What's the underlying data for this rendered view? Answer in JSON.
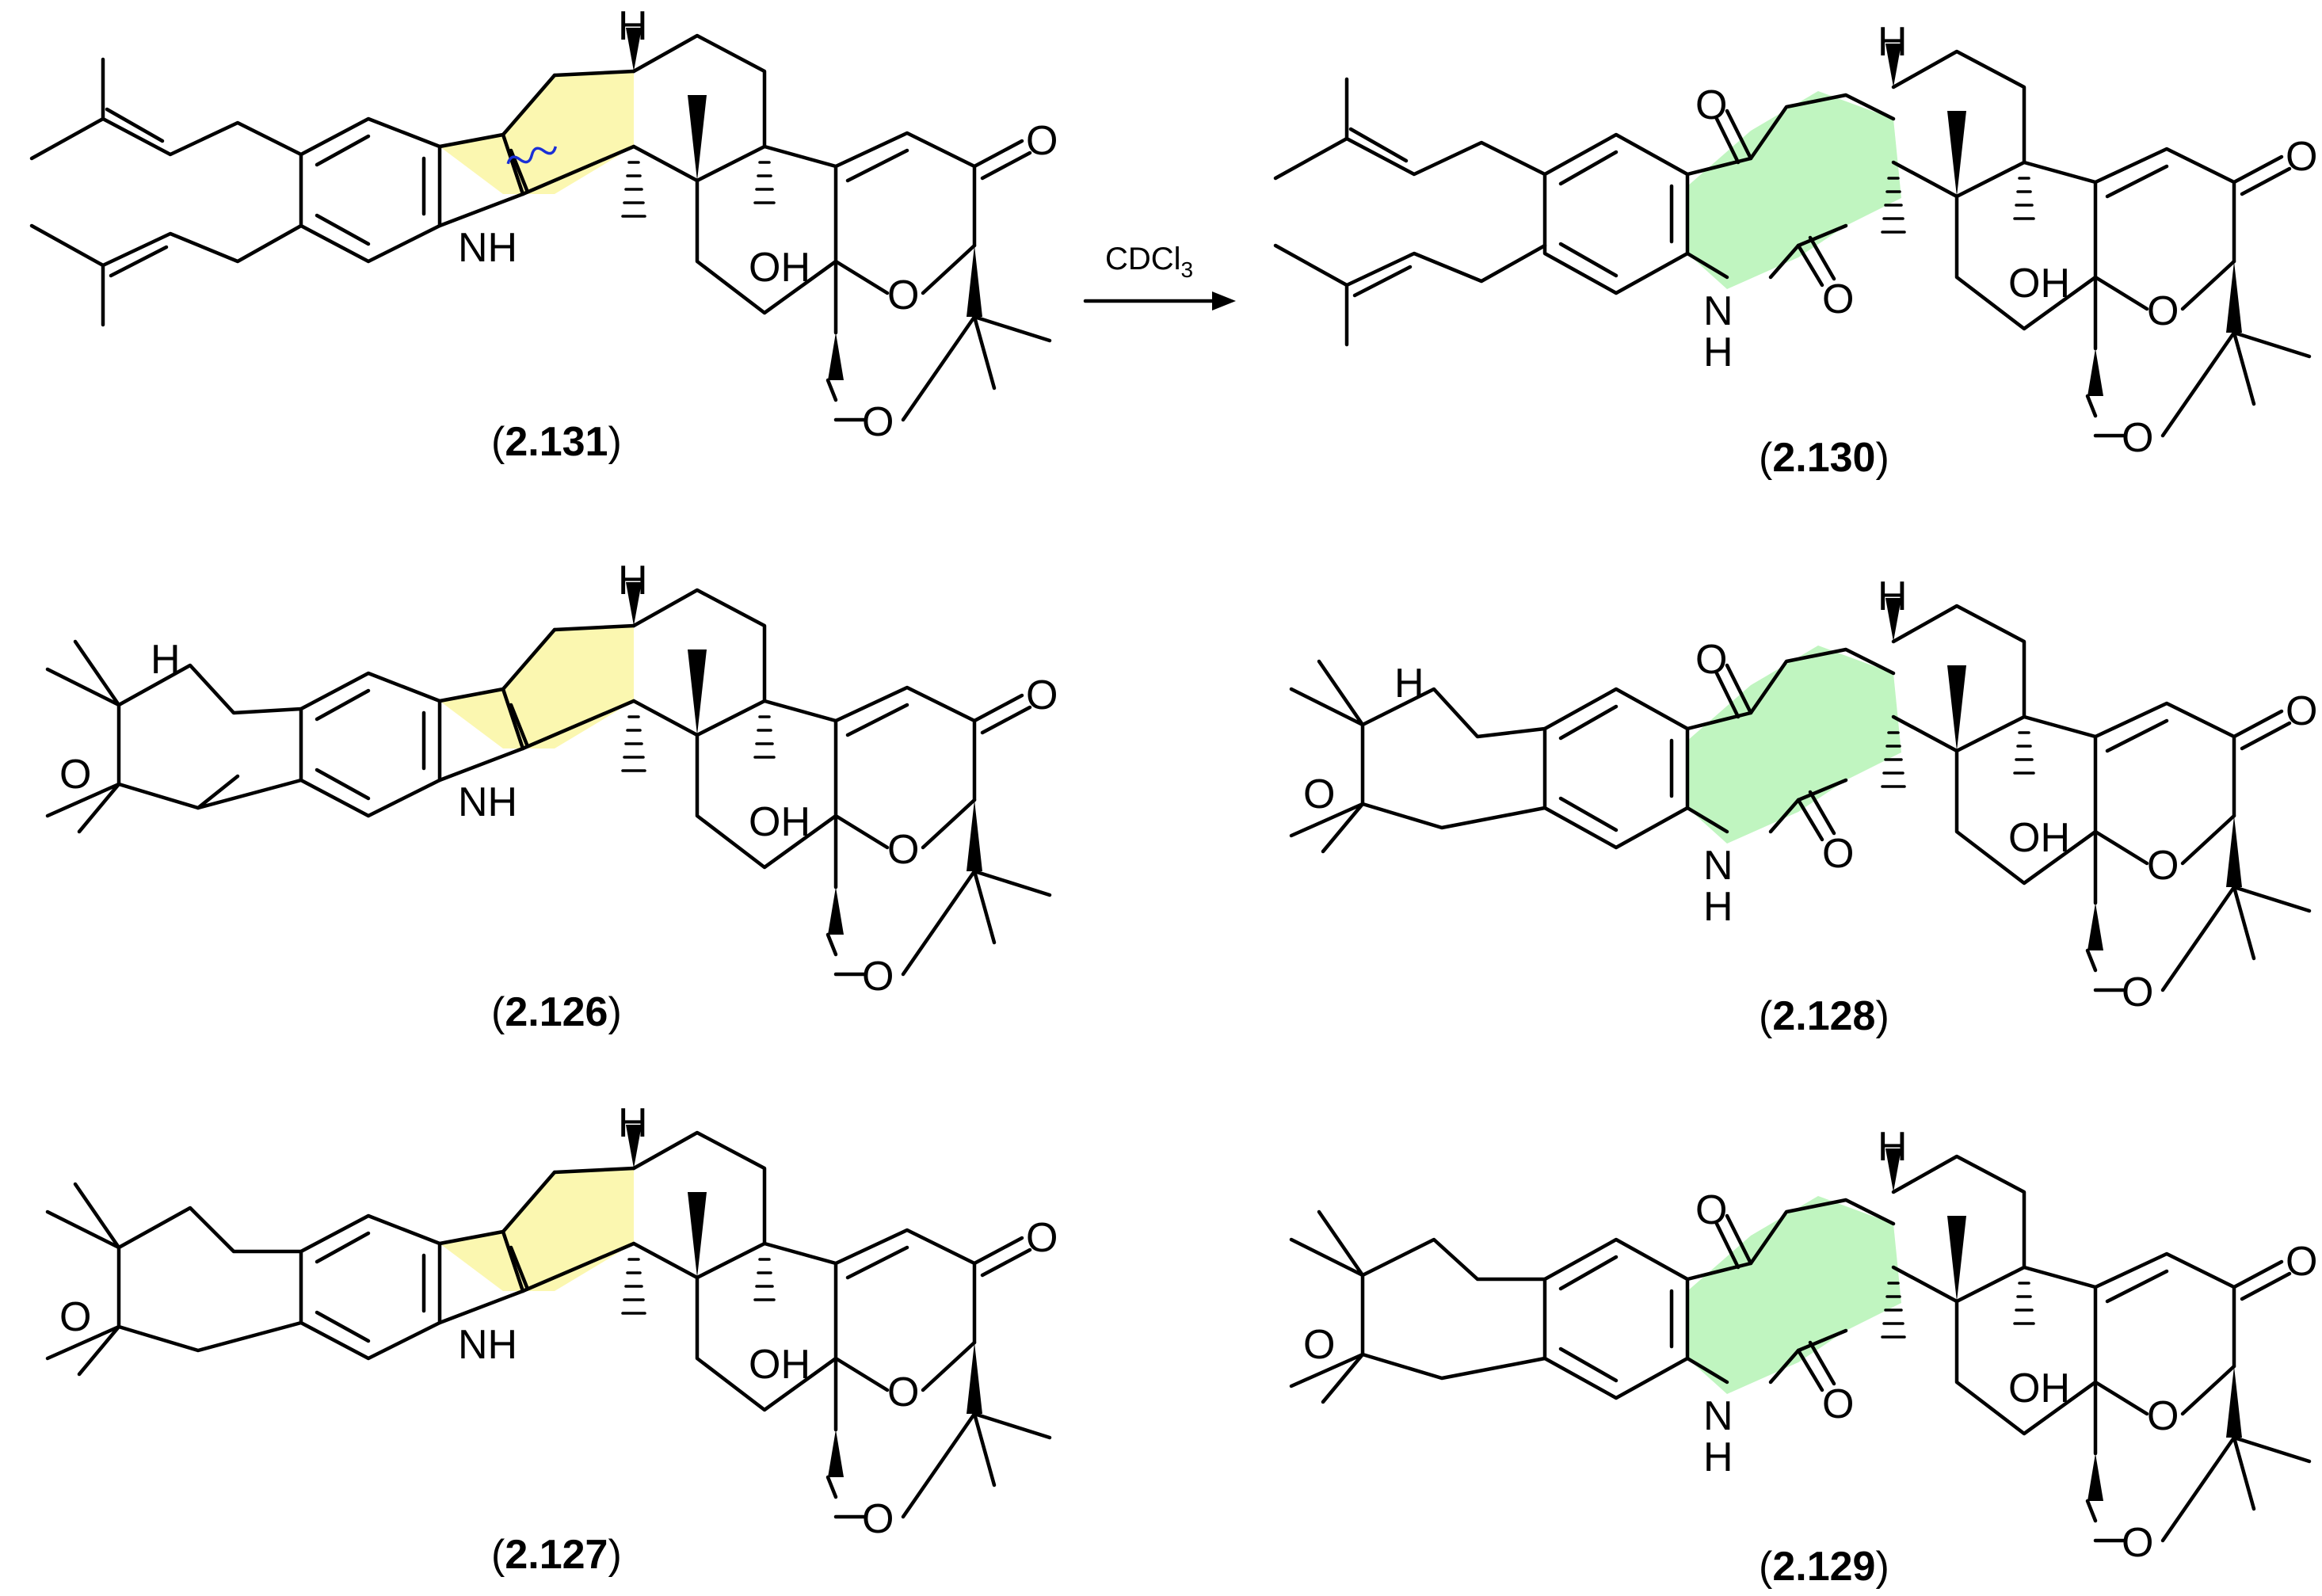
{
  "reagent": {
    "text": "CDCl",
    "subscript": "3"
  },
  "colors": {
    "indole_highlight": "#fbf7b0",
    "azecine_highlight": "#c0f5c0",
    "cleavage_mark": "#1a2fd6"
  },
  "compounds": [
    {
      "id": "2.131",
      "label": "2.131",
      "core": "indole",
      "left": "diprenyl",
      "atoms": {
        "nh": "NH",
        "oh": "OH",
        "h": "H",
        "o_ketone": "O",
        "o_ring": "O"
      }
    },
    {
      "id": "2.130",
      "label": "2.130",
      "core": "azecinedione",
      "left": "diprenyl",
      "atoms": {
        "nh": "N",
        "nh_h": "H",
        "oh": "OH",
        "h": "H",
        "o_ketone": "O",
        "o_ring": "O",
        "o_a": "O",
        "o_b": "O"
      }
    },
    {
      "id": "2.126",
      "label": "2.126",
      "core": "indole",
      "left": "pyran-h",
      "atoms": {
        "nh": "NH",
        "oh": "OH",
        "h": "H",
        "h_side": "H",
        "o_ketone": "O",
        "o_ring": "O",
        "o_pyran": "O"
      }
    },
    {
      "id": "2.128",
      "label": "2.128",
      "core": "azecinedione",
      "left": "pyran-h",
      "atoms": {
        "nh": "N",
        "nh_h": "H",
        "oh": "OH",
        "h": "H",
        "h_side": "H",
        "o_ketone": "O",
        "o_ring": "O",
        "o_pyran": "O",
        "o_a": "O",
        "o_b": "O"
      }
    },
    {
      "id": "2.127",
      "label": "2.127",
      "core": "indole",
      "left": "pyran",
      "atoms": {
        "nh": "NH",
        "oh": "OH",
        "h": "H",
        "o_ketone": "O",
        "o_ring": "O",
        "o_pyran": "O"
      }
    },
    {
      "id": "2.129",
      "label": "2.129",
      "core": "azecinedione",
      "left": "pyran",
      "atoms": {
        "nh": "N",
        "nh_h": "H",
        "oh": "OH",
        "h": "H",
        "o_ketone": "O",
        "o_ring": "O",
        "o_pyran": "O",
        "o_a": "O",
        "o_b": "O"
      }
    }
  ]
}
